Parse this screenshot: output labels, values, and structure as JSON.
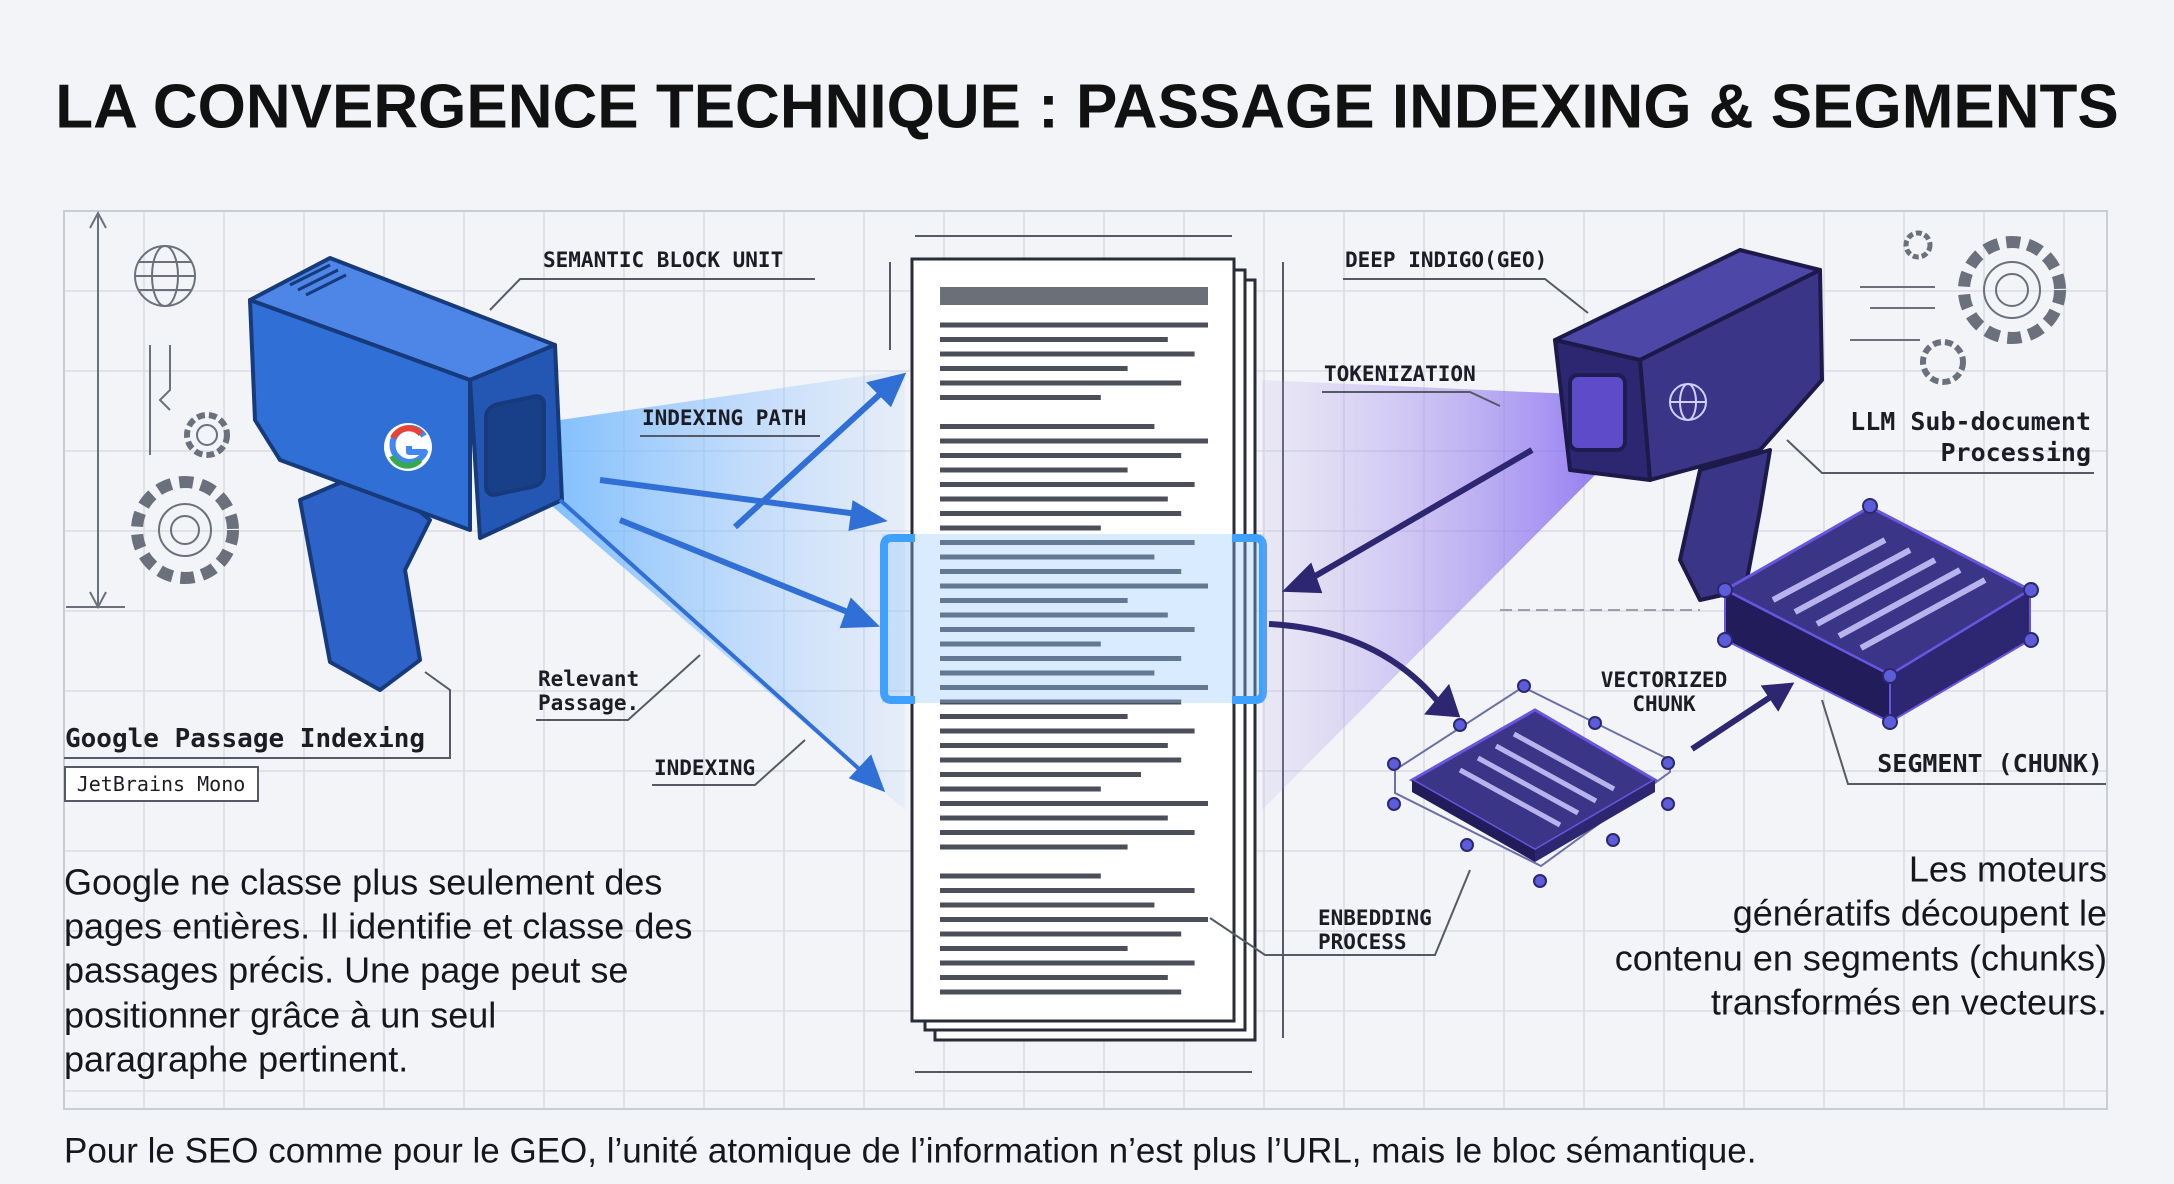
{
  "title": "LA CONVERGENCE TECHNIQUE : PASSAGE INDEXING & SEGMENTS",
  "labels": {
    "semantic_block_unit": "SEMANTIC BLOCK UNIT",
    "indexing_path": "INDEXING PATH",
    "relevant_passage": [
      "Relevant",
      "Passage."
    ],
    "indexing": "INDEXING",
    "google_passage_indexing": "Google Passage Indexing",
    "font_tag": "JetBrains Mono",
    "deep_indigo": "DEEP INDIGO(GEO)",
    "tokenization": "TOKENIZATION",
    "llm_processing": [
      "LLM Sub-document",
      "Processing"
    ],
    "vectorized_chunk": [
      "VECTORIZED",
      "CHUNK"
    ],
    "segment_chunk": "SEGMENT (CHUNK)",
    "embedding_process": [
      "ENBEDDING",
      "PROCESS"
    ]
  },
  "left_paragraph": [
    "Google ne classe plus seulement des",
    "pages entières. Il identifie et classe des",
    "passages précis. Une page peut se",
    "positionner grâce à un seul",
    "paragraphe pertinent."
  ],
  "right_paragraph": [
    "Les moteurs",
    "génératifs découpent le",
    "contenu en segments (chunks)",
    "transformés en vecteurs."
  ],
  "footer": "Pour le SEO comme pour le GEO, l’unité atomique de l’information n’est plus l’URL, mais le bloc sémantique.",
  "colors": {
    "google_blue": "#2f6fd6",
    "deep_indigo": "#3b3587",
    "grid": "#d9dce4",
    "highlight": "#4aa3ff"
  }
}
